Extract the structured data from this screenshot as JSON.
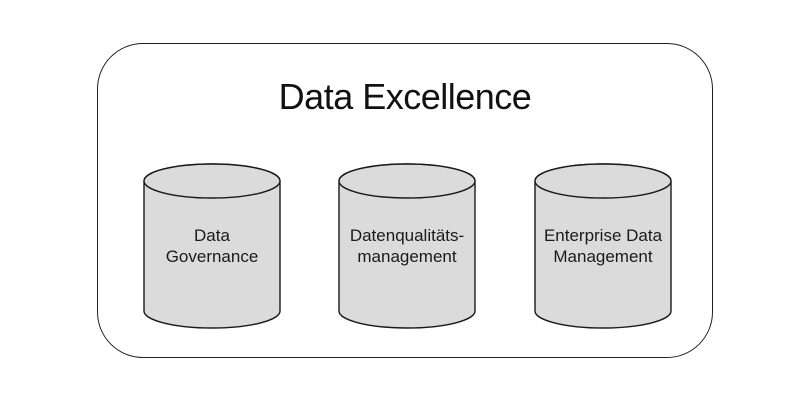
{
  "diagram": {
    "title": "Data Excellence",
    "cylinders": [
      {
        "line1": "Data",
        "line2": "Governance"
      },
      {
        "line1": "Datenqualitäts-",
        "line2": "management"
      },
      {
        "line1": "Enterprise Data",
        "line2": "Management"
      }
    ],
    "colors": {
      "cylinder_fill": "#dbdbdb",
      "outline": "#1a1a1a",
      "background": "#ffffff",
      "text": "#111111"
    }
  }
}
